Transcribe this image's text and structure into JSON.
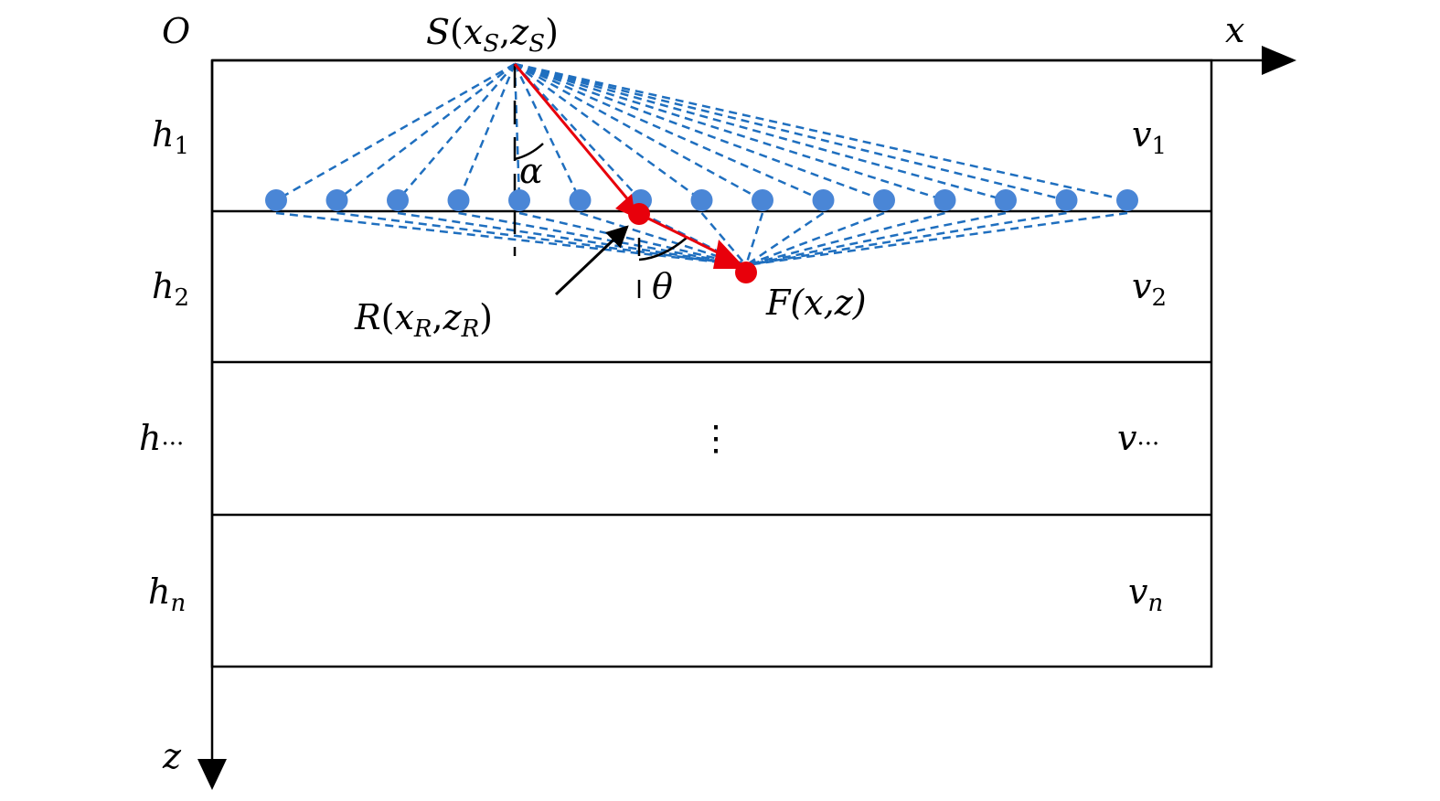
{
  "axes": {
    "origin": "O",
    "x": "x",
    "z": "z"
  },
  "points": {
    "source": {
      "name": "S",
      "open": "(",
      "a": "x",
      "a_sub": "S",
      "sep": ",",
      "b": "z",
      "b_sub": "S",
      "close": ")"
    },
    "refraction": {
      "name": "R",
      "open": "(",
      "a": "x",
      "a_sub": "R",
      "sep": ",",
      "b": "z",
      "b_sub": "R",
      "close": ")"
    },
    "target": {
      "text": "F(x,z)"
    }
  },
  "angles": {
    "incidence": "α",
    "refraction": "θ"
  },
  "layers": [
    {
      "h": "h",
      "h_sub": "1",
      "v": "v",
      "v_sub": "1"
    },
    {
      "h": "h",
      "h_sub": "2",
      "v": "v",
      "v_sub": "2"
    },
    {
      "h": "h",
      "h_sub": "···",
      "v": "v",
      "v_sub": "···"
    },
    {
      "h": "h",
      "h_sub": "n",
      "v": "v",
      "v_sub": "n"
    }
  ],
  "ellipsis": "⋮",
  "colors": {
    "ray_dashed": "#1f6fbf",
    "receiver_dot": "#4a86d6",
    "ray_red": "#e8000b",
    "axis": "#000000"
  },
  "receiver_count": 15
}
